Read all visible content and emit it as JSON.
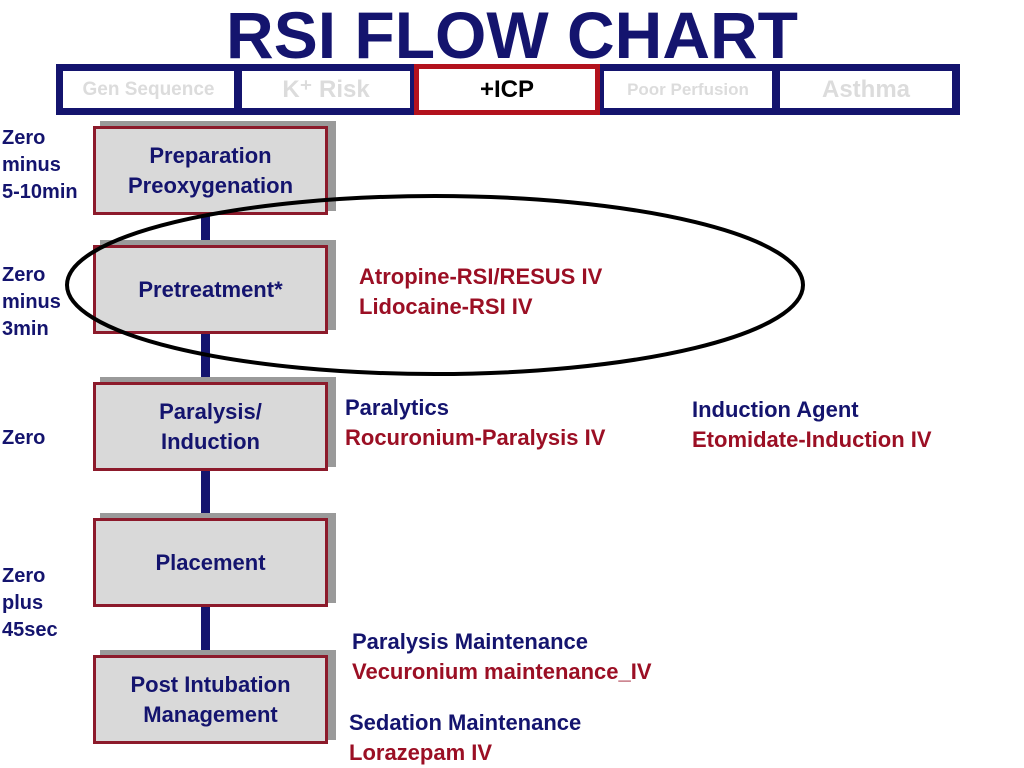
{
  "title": "RSI FLOW CHART",
  "tabs": [
    {
      "label": "Gen Sequence",
      "active": false
    },
    {
      "label": "K⁺ Risk",
      "active": false
    },
    {
      "label": "+ICP",
      "active": true
    },
    {
      "label": "Poor Perfusion",
      "active": false
    },
    {
      "label": "Asthma",
      "active": false
    }
  ],
  "steps": [
    {
      "label": "Preparation\nPreoxygenation",
      "time": "Zero\nminus\n5-10min"
    },
    {
      "label": "Pretreatment*",
      "time": "Zero\nminus\n3min"
    },
    {
      "label": "Paralysis/\nInduction",
      "time": "Zero"
    },
    {
      "label": "Placement",
      "time": "Zero\nplus\n45sec"
    },
    {
      "label": "Post Intubation\nManagement",
      "time": ""
    }
  ],
  "pretreatment_drugs": {
    "line1": "Atropine-RSI/RESUS IV",
    "line2": "Lidocaine-RSI IV"
  },
  "paralytics": {
    "header": "Paralytics",
    "drug": "Rocuronium-Paralysis IV"
  },
  "induction": {
    "header": "Induction Agent",
    "drug": "Etomidate-Induction IV"
  },
  "paralysis_maintenance": {
    "header": "Paralysis Maintenance",
    "drug": "Vecuronium maintenance_IV"
  },
  "sedation_maintenance": {
    "header": "Sedation Maintenance",
    "drug": "Lorazepam IV"
  },
  "colors": {
    "navy": "#14146e",
    "crimson": "#9b0f24",
    "box_fill": "#d9d9d9",
    "active_border": "#b3121d"
  }
}
